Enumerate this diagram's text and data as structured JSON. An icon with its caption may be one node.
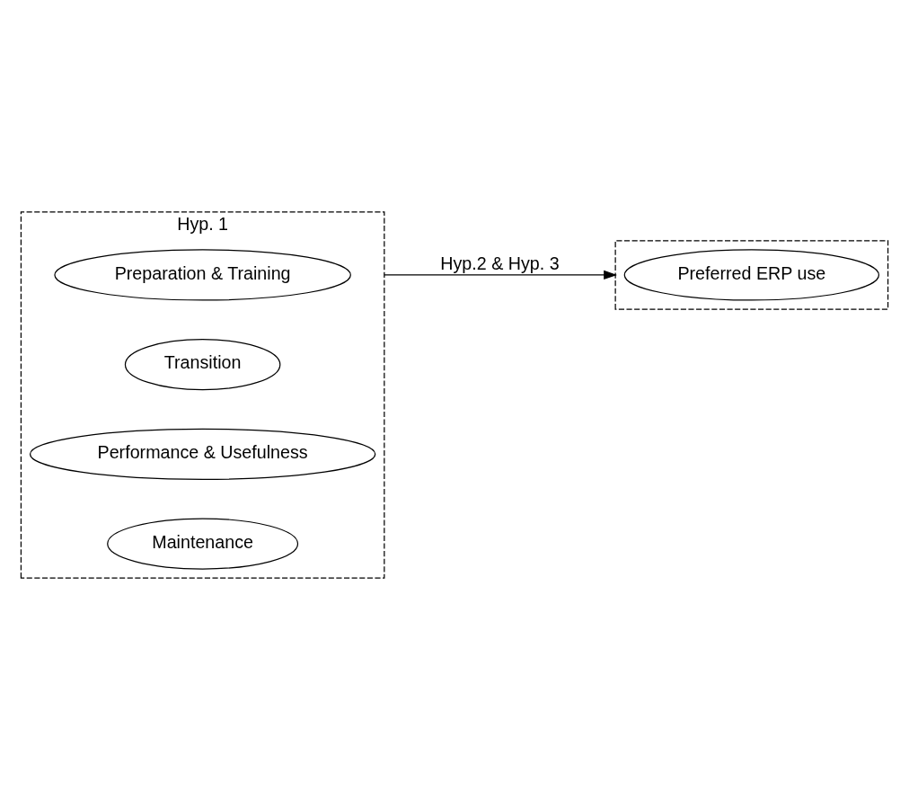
{
  "diagram": {
    "nodes": [
      {
        "text": [
          "Hyp. 1"
        ]
      },
      {
        "text": [
          "Preparation & Training"
        ],
        "in": 0
      },
      {
        "text": [
          "Transition"
        ],
        "in": 0
      },
      {
        "text": [
          "Performance & Usefulness"
        ],
        "in": 0
      },
      {
        "text": [
          "Maintenance"
        ],
        "in": 0
      },
      {
        "text": [],
        "shape": "box"
      },
      {
        "text": [
          "Preferred ERP use"
        ],
        "in": 5
      }
    ],
    "edges": [
      {
        "from": 0,
        "to": 5,
        "arrow": "to",
        "label": "Hyp.2 & Hyp. 3"
      }
    ]
  }
}
